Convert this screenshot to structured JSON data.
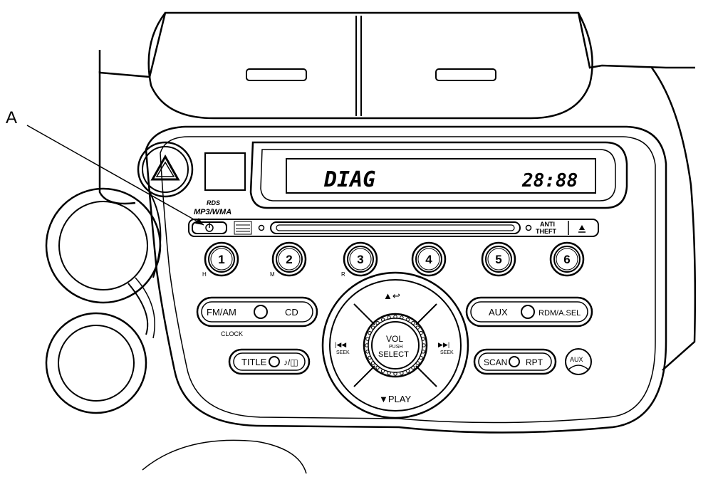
{
  "callout": {
    "letter": "A"
  },
  "display": {
    "left_text": "DIAG",
    "right_text": "28:88"
  },
  "logos": {
    "rds_label": "RDS",
    "mp3_label": "MP3/WMA"
  },
  "anti_theft": {
    "line1": "ANTI",
    "line2": "THEFT"
  },
  "preset_buttons": [
    {
      "label": "1",
      "sub": "H"
    },
    {
      "label": "2",
      "sub": "M"
    },
    {
      "label": "3",
      "sub": "R"
    },
    {
      "label": "4",
      "sub": ""
    },
    {
      "label": "5",
      "sub": ""
    },
    {
      "label": "6",
      "sub": ""
    }
  ],
  "controls": {
    "fm_am": "FM/AM",
    "cd": "CD",
    "clock": "CLOCK",
    "title": "TITLE",
    "music_folder": "♪/◫",
    "aux": "AUX",
    "rdm_a_sel": "RDM/A.SEL",
    "scan": "SCAN",
    "rpt": "RPT",
    "aux_jack": "AUX"
  },
  "dial": {
    "vol": "VOL",
    "push": "PUSH",
    "select": "SELECT",
    "play": "▼PLAY",
    "seek_left": "SEEK",
    "seek_right": "SEEK",
    "seek_left_icon": "|◀◀",
    "seek_right_icon": "▶▶|",
    "top_icon": "▲↩"
  }
}
